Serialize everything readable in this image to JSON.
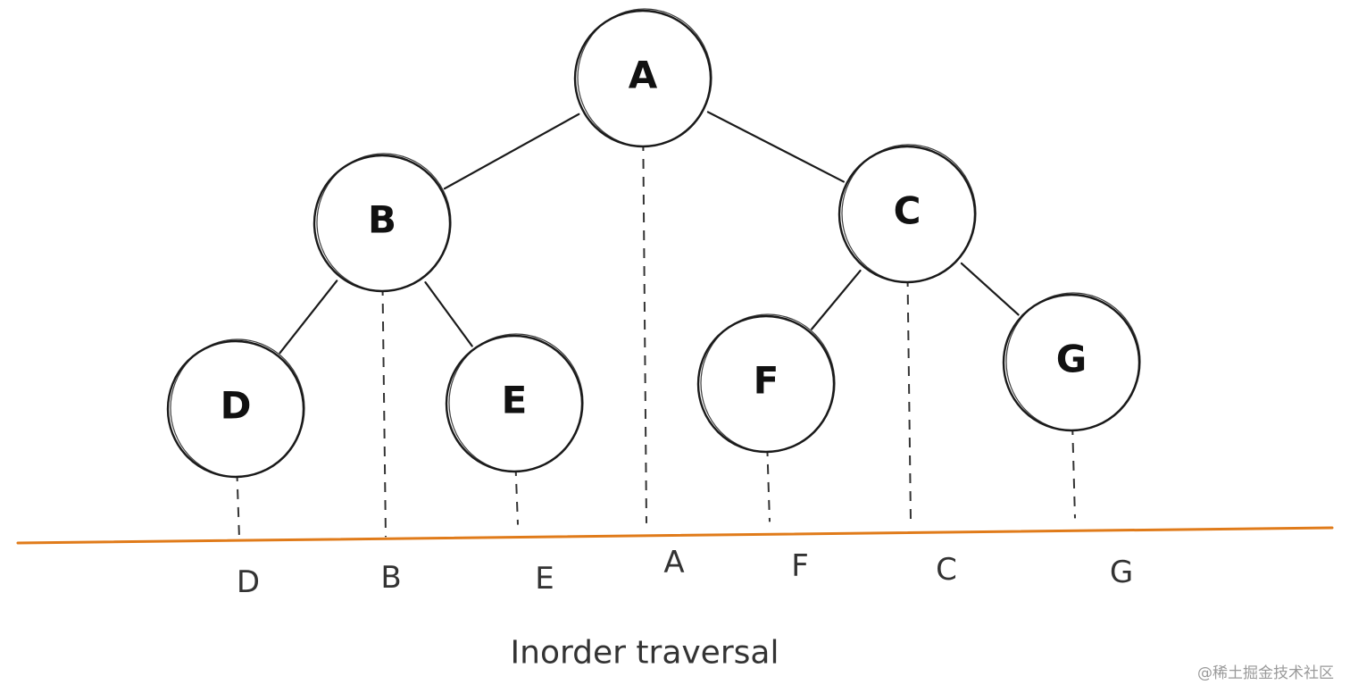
{
  "tree": {
    "nodes": [
      {
        "id": "A",
        "label": "A"
      },
      {
        "id": "B",
        "label": "B"
      },
      {
        "id": "C",
        "label": "C"
      },
      {
        "id": "D",
        "label": "D"
      },
      {
        "id": "E",
        "label": "E"
      },
      {
        "id": "F",
        "label": "F"
      },
      {
        "id": "G",
        "label": "G"
      }
    ],
    "edges": [
      {
        "from": "A",
        "to": "B"
      },
      {
        "from": "A",
        "to": "C"
      },
      {
        "from": "B",
        "to": "D"
      },
      {
        "from": "B",
        "to": "E"
      },
      {
        "from": "C",
        "to": "F"
      },
      {
        "from": "C",
        "to": "G"
      }
    ]
  },
  "traversal": {
    "order": [
      "D",
      "B",
      "E",
      "A",
      "F",
      "C",
      "G"
    ],
    "caption": "Inorder traversal"
  },
  "colors": {
    "baseline": "#e07b1a",
    "ink": "#1a1a1a"
  },
  "watermark": "@稀土掘金技术社区"
}
